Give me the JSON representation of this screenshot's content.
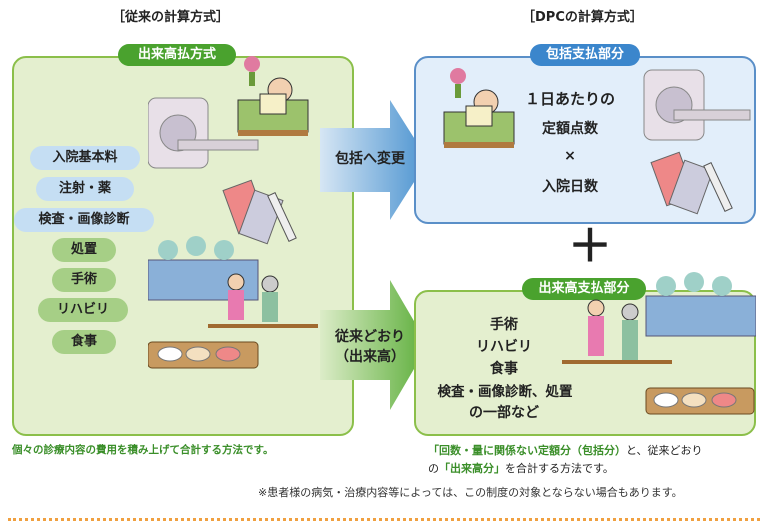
{
  "left": {
    "heading": "［従来の計算方式］",
    "badge": "出来高払方式",
    "items_blue": [
      "入院基本料",
      "注射・薬",
      "検査・画像診断"
    ],
    "items_green": [
      "処置",
      "手術",
      "リハビリ",
      "食事"
    ],
    "footnote": "個々の診療内容の費用を積み上げて合計する方法です。"
  },
  "arrows": {
    "top": "包括へ変更",
    "bottom_line1": "従来どおり",
    "bottom_line2": "（出来高）"
  },
  "right": {
    "heading": "［DPCの計算方式］",
    "top_badge": "包括支払部分",
    "top_lines": [
      "１日あたりの",
      "定額点数",
      "×",
      "入院日数"
    ],
    "plus": "＋",
    "bottom_badge": "出来高支払部分",
    "bottom_lines": [
      "手術",
      "リハビリ",
      "食事",
      "検査・画像診断、処置",
      "の一部など"
    ],
    "note_line1_a": "「回数・量に関係ない定額分（包括分）",
    "note_line1_b": "と、従来どおり",
    "note_line2_a": "の",
    "note_line2_b": "「出来高分」",
    "note_line2_c": "を合計する方法です。"
  },
  "disclaimer": "※患者様の病気・治療内容等によっては、この制度の対象とならない場合もあります。",
  "colors": {
    "green": "#4aa22e",
    "blue": "#3b86cc",
    "orange_dots": "#f0a040"
  }
}
